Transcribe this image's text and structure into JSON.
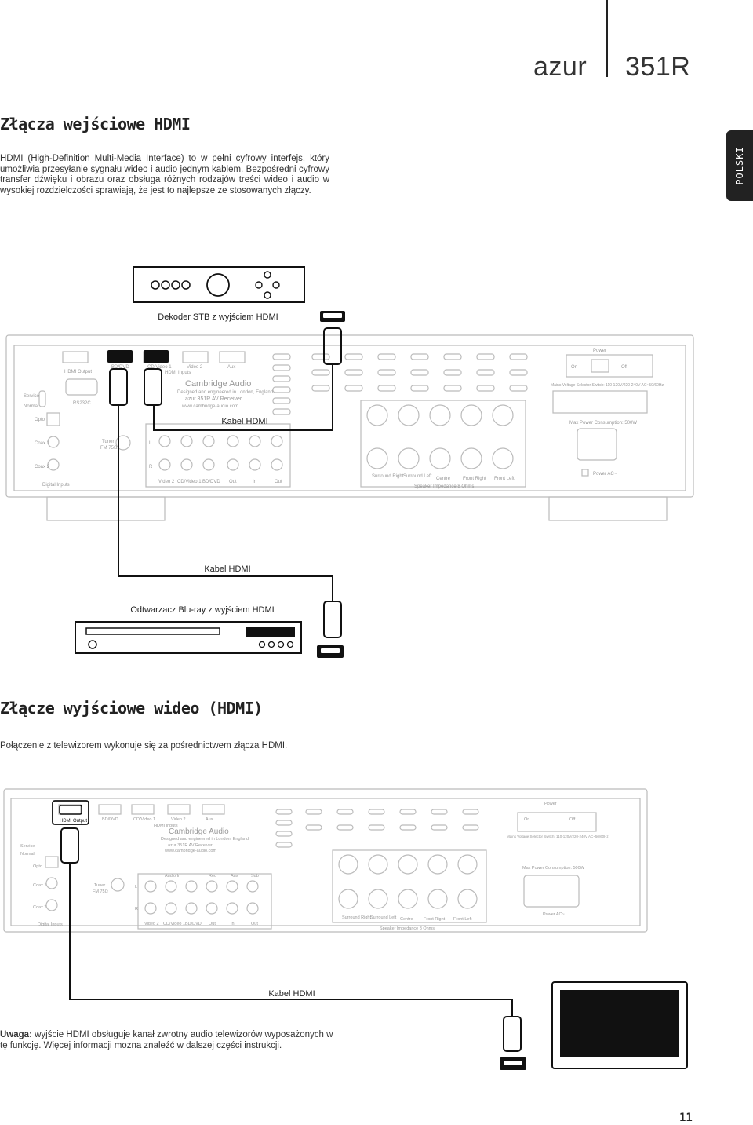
{
  "header": {
    "brand": "azur",
    "model": "351R"
  },
  "language_tab": "POLSKI",
  "section1": {
    "title": "Złącza wejściowe HDMI",
    "paragraph_lines": [
      "HDMI (High-Definition Multi-Media Interface) to w pełni cyfrowy interfejs, który",
      "umożliwia przesyłanie sygnału wideo i audio jednym kablem. Bezpośredni cyfrowy",
      "transfer dźwięku i obrazu oraz obsługa różnych rodzajów treści wideo i audio w",
      "wysokiej rozdzielczości sprawiają, że jest to najlepsze ze stosowanych złączy."
    ]
  },
  "diagram1": {
    "stb_caption": "Dekoder STB z wyjściem HDMI",
    "cable_label_top": "Kabel HDMI",
    "cable_label_bottom": "Kabel HDMI",
    "bluray_caption": "Odtwarzacz Blu-ray z wyjściem HDMI"
  },
  "receiver_labels": {
    "hdmi_output": "HDMI Output",
    "hdmi_inputs": "HDMI Inputs",
    "bd_dvd": "BD/DVD",
    "cd_video1": "CD/Video 1",
    "video2": "Video 2",
    "aux": "Aux",
    "service": "Service",
    "normal": "Normal",
    "rs232c": "RS232C",
    "opto": "Opto",
    "coax1": "Coax 1",
    "coax2": "Coax 2",
    "digital_inputs": "Digital Inputs",
    "tuner": "Tuner",
    "fm": "FM 75Ω",
    "l": "L",
    "r": "R",
    "brand": "Cambridge Audio",
    "designed": "Designed and engineered in London, England",
    "model_line": "azur 351R AV Receiver",
    "url": "www.cambridge-audio.com",
    "power": "Power",
    "on": "On",
    "off": "Off",
    "mains": "Mains Voltage Selector Switch: 110-120V/220-240V AC~50/60Hz",
    "max_power": "Max Power Consumption: 500W",
    "power_ac": "Power AC~",
    "surround_right": "Surround Right",
    "surround_left": "Surround Left",
    "centre": "Centre",
    "front_right": "Front Right",
    "front_left": "Front Left",
    "impedance": "Speaker Impedance 8 Ohms",
    "out": "Out",
    "in": "In",
    "audio_in": "Audio In",
    "rec": "Rec",
    "sub": "Sub"
  },
  "section2": {
    "title": "Złącze wyjściowe wideo (HDMI)",
    "paragraph": "Połączenie z telewizorem wykonuje się za pośrednictwem złącza HDMI."
  },
  "diagram2": {
    "cable_label": "Kabel HDMI"
  },
  "note": {
    "label": "Uwaga:",
    "line1": " wyjście HDMI obsługuje kanał zwrotny audio telewizorów wyposażonych w",
    "line2": "tę funkcję. Więcej informacji mozna znaleźć w dalszej części instrukcji."
  },
  "page_number": "11"
}
